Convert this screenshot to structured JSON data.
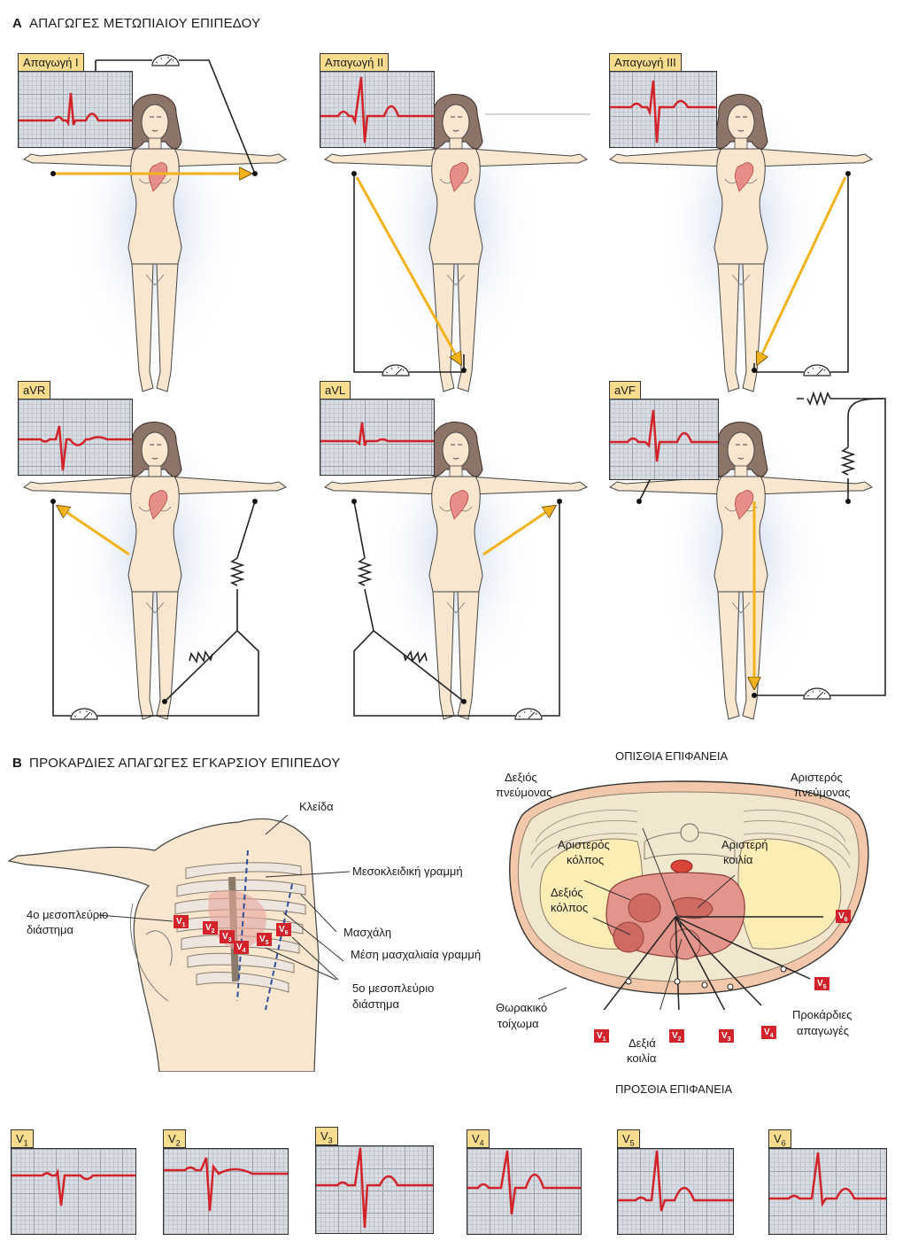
{
  "section_a": {
    "letter": "A",
    "title": "ΑΠΑΓΩΓΕΣ ΜΕΤΩΠΙΑΙΟΥ ΕΠΙΠΕΔΟΥ"
  },
  "section_b": {
    "letter": "B",
    "title": "ΠΡΟΚΑΡΔΙΕΣ ΑΠΑΓΩΓΕΣ ΕΓΚΑΡΣΙΟΥ ΕΠΙΠΕΔΟΥ"
  },
  "limb_leads": [
    {
      "label": "Απαγωγή I"
    },
    {
      "label": "Απαγωγή II"
    },
    {
      "label": "Απαγωγή III"
    },
    {
      "label": "aVR"
    },
    {
      "label": "aVL"
    },
    {
      "label": "aVF"
    }
  ],
  "chest_labels": {
    "clavicle": "Κλείδα",
    "midclavicular": "Μεσοκλειδική γραμμή",
    "fourth_ics": "4ο μεσοπλεύριο",
    "fourth_ics_2": "διάστημα",
    "axilla": "Μασχάλη",
    "midaxillary": "Μέση μασχαλιαία γραμμή",
    "fifth_ics": "5ο μεσοπλεύριο",
    "fifth_ics_2": "διάστημα"
  },
  "cross_section": {
    "posterior": "ΟΠΙΣΘΙΑ ΕΠΙΦΑΝΕΙΑ",
    "anterior": "ΠΡΟΣΘΙΑ ΕΠΙΦΑΝΕΙΑ",
    "right_lung_1": "Δεξιός",
    "right_lung_2": "πνεύμονας",
    "left_lung_1": "Αριστερός",
    "left_lung_2": "πνεύμονας",
    "left_atrium_1": "Αριστερός",
    "left_atrium_2": "κόλπος",
    "right_atrium_1": "Δεξιός",
    "right_atrium_2": "κόλπος",
    "left_ventricle_1": "Αριστερή",
    "left_ventricle_2": "κοιλία",
    "right_ventricle_1": "Δεξιά",
    "right_ventricle_2": "κοιλία",
    "chest_wall_1": "Θωρακικό",
    "chest_wall_2": "τοίχωμα",
    "precordial_1": "Προκάρδιες",
    "precordial_2": "απαγωγές"
  },
  "precordial_leads": [
    {
      "base": "V",
      "sub": "1"
    },
    {
      "base": "V",
      "sub": "2"
    },
    {
      "base": "V",
      "sub": "3"
    },
    {
      "base": "V",
      "sub": "4"
    },
    {
      "base": "V",
      "sub": "5"
    },
    {
      "base": "V",
      "sub": "6"
    }
  ],
  "colors": {
    "trace": "#d2232a",
    "arrow": "#f2b21b",
    "tag": "#f6dc8c",
    "skin": "#f8e6cf",
    "glow": "#c5d3ec"
  }
}
